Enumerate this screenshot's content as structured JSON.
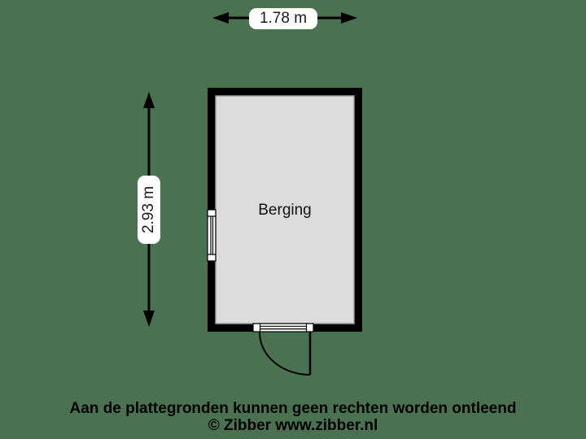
{
  "background_color": "#4a7150",
  "plan": {
    "room": {
      "name": "Berging",
      "floor_color": "#dcdcdc",
      "floor_outline_color": "#9c9c9c",
      "wall_color": "#000000"
    },
    "dimensions": {
      "width_label": "1.78 m",
      "height_label": "2.93 m"
    },
    "features": [
      "window-left-wall",
      "door-bottom-wall-swing-out"
    ]
  },
  "footer": {
    "disclaimer": "Aan de plattegronden kunnen geen rechten worden ontleend",
    "copyright": "© Zibber www.zibber.nl"
  }
}
